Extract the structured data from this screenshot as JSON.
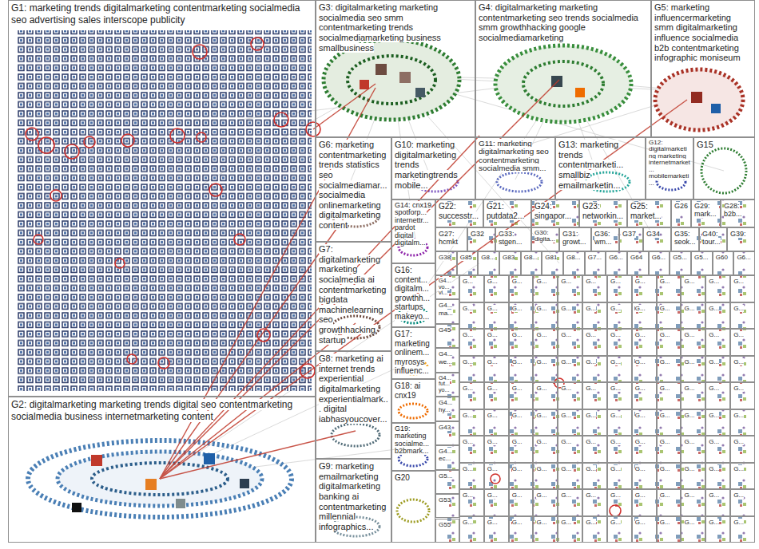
{
  "diagram": {
    "nodes": [
      {
        "text": [
          "G1: marketing trends digitalmarketing contentmarketing socialmedia seo advertising sales interscope publicity"
        ]
      },
      {
        "text": [
          "G3: digitalmarketing marketing socialmedia seo smm contentmarketing trends socialmediamarketing business smallbusiness"
        ]
      },
      {
        "text": [
          "G4: digitalmarketing marketing contentmarketing seo trends socialmedia smm growthhacking google socialmediamarketing"
        ]
      },
      {
        "text": [
          "G5: marketing influencermarketing smm digitalmarketing influence socialmedia b2b contentmarketing infographic moniseum"
        ]
      },
      {
        "text": [
          "G6: marketing contentmarketing trends statistics seo socialmediamar... socialmedia onlinemarketing digitalmarketing content"
        ]
      },
      {
        "text": [
          "G10: marketing digitalmarketing trends marketingtrends mobile..."
        ]
      },
      {
        "text": [
          "G11: marketing digitalmarketing seo contentmarketing socialmedia smm..."
        ]
      },
      {
        "text": [
          "G13: marketing trends contentmarketi... smallbiz emailmarketin..."
        ]
      },
      {
        "text": [
          "G12: digitalmarketing marketing internetmarket... mobilemarketi..."
        ]
      },
      {
        "text": [
          "G15"
        ]
      },
      {
        "text": [
          "G14: cnx19 spotforp... internettr... pardot digital digitalm..."
        ]
      },
      {
        "text": [
          "G22: successtr..."
        ]
      },
      {
        "text": [
          "G21: putdata2..."
        ]
      },
      {
        "text": [
          "G24: singapor..."
        ]
      },
      {
        "text": [
          "G23: networkin..."
        ]
      },
      {
        "text": [
          "G25: market..."
        ]
      },
      {
        "text": [
          "G26"
        ]
      },
      {
        "text": [
          "G29: mark..."
        ]
      },
      {
        "text": [
          "G28: b2b..."
        ]
      },
      {
        "text": [
          "G27: hcmkt"
        ]
      },
      {
        "text": [
          "G32"
        ]
      },
      {
        "text": [
          "G33: stgen..."
        ]
      },
      {
        "text": [
          "G30: digita..."
        ]
      },
      {
        "text": [
          "G31: growt..."
        ]
      },
      {
        "text": [
          "G36: wm..."
        ]
      },
      {
        "text": [
          "G37"
        ]
      },
      {
        "text": [
          "G34"
        ]
      },
      {
        "text": [
          "G35: seok..."
        ]
      },
      {
        "text": [
          "G40: tour..."
        ]
      },
      {
        "text": [
          "G39:"
        ]
      },
      {
        "text": [
          "G7: digitalmarketing marketing socialmedia ai contentmarketing bigdata machinelearning seo growthhacking startup"
        ]
      },
      {
        "text": [
          "G16: content... digitalm... growthh... startups makeyo..."
        ]
      },
      {
        "text": [
          "G8: marketing ai internet trends experiential digitalmarketing experientialmark... digital iabhasyoucover..."
        ]
      },
      {
        "text": [
          "G17: marketing onlinem... myrosys influenc..."
        ]
      },
      {
        "text": [
          "G18: ai cnx19"
        ]
      },
      {
        "text": [
          "G9: marketing emailmarketing digitalmarketing banking ai contentmarketing millennial infographics..."
        ]
      },
      {
        "text": [
          "G19: marketing socialme... b2bmark..."
        ]
      },
      {
        "text": [
          "G20"
        ]
      },
      {
        "text": [
          "G2: digitalmarketing marketing trends digital seo contentmarketing socialmedia business internetmarketing content"
        ]
      },
      {
        "text": [
          "G38"
        ]
      },
      {
        "text": [
          "G85"
        ]
      },
      {
        "text": [
          "G8..."
        ]
      },
      {
        "text": [
          "G83"
        ]
      },
      {
        "text": [
          "G8..."
        ]
      },
      {
        "text": [
          "G81"
        ]
      },
      {
        "text": [
          "G8..."
        ]
      },
      {
        "text": [
          "G7..."
        ]
      },
      {
        "text": [
          "G6..."
        ]
      },
      {
        "text": [
          "G64"
        ]
      },
      {
        "text": [
          "G6..."
        ]
      },
      {
        "text": [
          "G5..."
        ]
      },
      {
        "text": [
          "G5..."
        ]
      },
      {
        "text": [
          "G60"
        ]
      },
      {
        "text": [
          "G6..."
        ]
      },
      {
        "text": [
          "G4... vo... vi..."
        ]
      },
      {
        "text": [
          "G4... ma..."
        ]
      },
      {
        "text": [
          "G45"
        ]
      },
      {
        "text": [
          "G4... we..."
        ]
      },
      {
        "text": [
          "G4... fut... yo..."
        ]
      },
      {
        "text": [
          "G4... hy..."
        ]
      },
      {
        "text": [
          "G43"
        ]
      },
      {
        "text": [
          "G4... ec..."
        ]
      },
      {
        "text": [
          "G5..."
        ]
      },
      {
        "text": [
          "G53"
        ]
      },
      {
        "text": [
          "G55"
        ]
      },
      {
        "text": [
          "G..."
        ]
      },
      {
        "text": [
          "G..."
        ]
      },
      {
        "text": [
          "G..."
        ]
      },
      {
        "text": [
          "G..."
        ]
      },
      {
        "text": [
          "G..."
        ]
      },
      {
        "text": [
          "G..."
        ]
      },
      {
        "text": [
          "G..."
        ]
      },
      {
        "text": [
          "G..."
        ]
      },
      {
        "text": [
          "G..."
        ]
      },
      {
        "text": [
          "G..."
        ]
      },
      {
        "text": [
          "G..."
        ]
      },
      {
        "text": [
          "G..."
        ]
      },
      {
        "text": [
          "G..."
        ]
      },
      {
        "text": [
          "G..."
        ]
      },
      {
        "text": [
          "G..."
        ]
      },
      {
        "text": [
          "G..."
        ]
      },
      {
        "text": [
          "G..."
        ]
      },
      {
        "text": [
          "G..."
        ]
      },
      {
        "text": [
          "G..."
        ]
      },
      {
        "text": [
          "G..."
        ]
      },
      {
        "text": [
          "G..."
        ]
      },
      {
        "text": [
          "G..."
        ]
      },
      {
        "text": [
          "G..."
        ]
      },
      {
        "text": [
          "G..."
        ]
      },
      {
        "text": [
          "G..."
        ]
      },
      {
        "text": [
          "G..."
        ]
      },
      {
        "text": [
          "G..."
        ]
      },
      {
        "text": [
          "G..."
        ]
      },
      {
        "text": [
          "G..."
        ]
      },
      {
        "text": [
          "G..."
        ]
      },
      {
        "text": [
          "G..."
        ]
      },
      {
        "text": [
          "G..."
        ]
      },
      {
        "text": [
          "G..."
        ]
      },
      {
        "text": [
          "G..."
        ]
      },
      {
        "text": [
          "G..."
        ]
      },
      {
        "text": [
          "G..."
        ]
      },
      {
        "text": [
          "G..."
        ]
      },
      {
        "text": [
          "G..."
        ]
      },
      {
        "text": [
          "G..."
        ]
      },
      {
        "text": [
          "G..."
        ]
      },
      {
        "text": [
          "G..."
        ]
      },
      {
        "text": [
          "G..."
        ]
      },
      {
        "text": [
          "G..."
        ]
      },
      {
        "text": [
          "G..."
        ]
      },
      {
        "text": [
          "G..."
        ]
      },
      {
        "text": [
          "G..."
        ]
      },
      {
        "text": [
          "G..."
        ]
      },
      {
        "text": [
          "G..."
        ]
      },
      {
        "text": [
          "G..."
        ]
      },
      {
        "text": [
          "G..."
        ]
      },
      {
        "text": [
          "G..."
        ]
      },
      {
        "text": [
          "G..."
        ]
      },
      {
        "text": [
          "G..."
        ]
      },
      {
        "text": [
          "G..."
        ]
      },
      {
        "text": [
          "G..."
        ]
      },
      {
        "text": [
          "G..."
        ]
      },
      {
        "text": [
          "G..."
        ]
      },
      {
        "text": [
          "G..."
        ]
      },
      {
        "text": [
          "G..."
        ]
      },
      {
        "text": [
          "G..."
        ]
      },
      {
        "text": [
          "G..."
        ]
      },
      {
        "text": [
          "G..."
        ]
      },
      {
        "text": [
          "G..."
        ]
      },
      {
        "text": [
          "G..."
        ]
      },
      {
        "text": [
          "G..."
        ]
      },
      {
        "text": [
          "G..."
        ]
      },
      {
        "text": [
          "G..."
        ]
      },
      {
        "text": [
          "G..."
        ]
      },
      {
        "text": [
          "G..."
        ]
      },
      {
        "text": [
          "G..."
        ]
      },
      {
        "text": [
          "G..."
        ]
      },
      {
        "text": [
          "G..."
        ]
      },
      {
        "text": [
          "G..."
        ]
      },
      {
        "text": [
          "G..."
        ]
      },
      {
        "text": [
          "G..."
        ]
      },
      {
        "text": [
          "G..."
        ]
      },
      {
        "text": [
          "G..."
        ]
      },
      {
        "text": [
          "G..."
        ]
      },
      {
        "text": [
          "G..."
        ]
      },
      {
        "text": [
          "G..."
        ]
      },
      {
        "text": [
          "G..."
        ]
      },
      {
        "text": [
          "G..."
        ]
      },
      {
        "text": [
          "G..."
        ]
      },
      {
        "text": [
          "G..."
        ]
      },
      {
        "text": [
          "G..."
        ]
      },
      {
        "text": [
          "G..."
        ]
      },
      {
        "text": [
          "G..."
        ]
      },
      {
        "text": [
          "G..."
        ]
      },
      {
        "text": [
          "G..."
        ]
      },
      {
        "text": [
          "G..."
        ]
      },
      {
        "text": [
          "G..."
        ]
      },
      {
        "text": [
          "G..."
        ]
      },
      {
        "text": [
          "G..."
        ]
      },
      {
        "text": [
          "G..."
        ]
      },
      {
        "text": [
          "G..."
        ]
      },
      {
        "text": [
          "G..."
        ]
      },
      {
        "text": [
          "G..."
        ]
      },
      {
        "text": [
          "G..."
        ]
      },
      {
        "text": [
          "G..."
        ]
      },
      {
        "text": [
          "G..."
        ]
      },
      {
        "text": [
          "G..."
        ]
      },
      {
        "text": [
          "G..."
        ]
      },
      {
        "text": [
          "G..."
        ]
      },
      {
        "text": [
          "G..."
        ]
      },
      {
        "text": [
          "G..."
        ]
      },
      {
        "text": [
          "G..."
        ]
      },
      {
        "text": [
          "G..."
        ]
      },
      {
        "text": [
          "G..."
        ]
      },
      {
        "text": [
          "G..."
        ]
      },
      {
        "text": [
          "G..."
        ]
      },
      {
        "text": [
          "G..."
        ]
      },
      {
        "text": [
          "G..."
        ]
      },
      {
        "text": [
          "G..."
        ]
      },
      {
        "text": [
          "G..."
        ]
      },
      {
        "text": [
          "G..."
        ]
      },
      {
        "text": [
          "G..."
        ]
      },
      {
        "text": [
          "G..."
        ]
      },
      {
        "text": [
          "G..."
        ]
      },
      {
        "text": [
          "G..."
        ]
      },
      {
        "text": [
          "G..."
        ]
      }
    ]
  }
}
